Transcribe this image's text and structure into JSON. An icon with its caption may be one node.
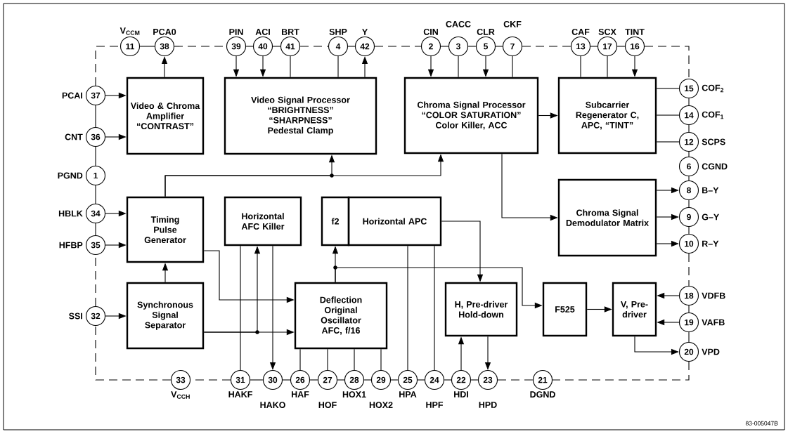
{
  "diagram": {
    "nodes": [
      {
        "text": [
          "Video & Chroma Amplifier “CONTRAST”"
        ]
      },
      {
        "text": [
          "Video Signal Processor “BRIGHTNESS” “SHARPNESS” Pedestal Clamp"
        ]
      },
      {
        "text": [
          "Chroma Signal Processor “COLOR SATURATION” Color Killer, ACC"
        ]
      },
      {
        "text": [
          "Subcarrier Regenerator C, APC, “TINT”"
        ]
      },
      {
        "text": [
          "Timing Pulse Generator"
        ]
      },
      {
        "text": [
          "Horizontal AFC Killer"
        ]
      },
      {
        "text": [
          "f2"
        ]
      },
      {
        "text": [
          "Horizontal APC"
        ]
      },
      {
        "text": [
          "Synchronous Signal Separator"
        ]
      },
      {
        "text": [
          "Deflection Original Oscillator AFC, f/16"
        ]
      },
      {
        "text": [
          "H, Pre-driver Hold-down"
        ]
      },
      {
        "text": [
          "F525"
        ]
      },
      {
        "text": [
          "V, Pre-driver"
        ]
      },
      {
        "text": [
          "Chroma Signal Demodulator Matrix"
        ]
      },
      {
        "text": [
          "11"
        ],
        "beside": [
          "V$_{CCM}$"
        ]
      },
      {
        "text": [
          "38"
        ],
        "beside": [
          "PCA0"
        ]
      },
      {
        "text": [
          "39"
        ],
        "beside": [
          "PIN"
        ]
      },
      {
        "text": [
          "40"
        ],
        "beside": [
          "ACI"
        ]
      },
      {
        "text": [
          "41"
        ],
        "beside": [
          "BRT"
        ]
      },
      {
        "text": [
          "4"
        ],
        "beside": [
          "SHP"
        ]
      },
      {
        "text": [
          "42"
        ],
        "beside": [
          "Y"
        ]
      },
      {
        "text": [
          "2"
        ],
        "beside": [
          "CIN"
        ]
      },
      {
        "text": [
          "3"
        ],
        "beside": [
          "CACC"
        ]
      },
      {
        "text": [
          "5"
        ],
        "beside": [
          "CLR"
        ]
      },
      {
        "text": [
          "7"
        ],
        "beside": [
          "CKF"
        ]
      },
      {
        "text": [
          "13"
        ],
        "beside": [
          "CAF"
        ]
      },
      {
        "text": [
          "17"
        ],
        "beside": [
          "SCX"
        ]
      },
      {
        "text": [
          "16"
        ],
        "beside": [
          "TINT"
        ]
      },
      {
        "text": [
          "37"
        ],
        "beside": [
          "PCAI"
        ]
      },
      {
        "text": [
          "36"
        ],
        "beside": [
          "CNT"
        ]
      },
      {
        "text": [
          "1"
        ],
        "beside": [
          "PGND"
        ]
      },
      {
        "text": [
          "34"
        ],
        "beside": [
          "HBLK"
        ]
      },
      {
        "text": [
          "35"
        ],
        "beside": [
          "HFBP"
        ]
      },
      {
        "text": [
          "32"
        ],
        "beside": [
          "SSI"
        ]
      },
      {
        "text": [
          "15"
        ],
        "beside": [
          "COF$_{2}$"
        ]
      },
      {
        "text": [
          "14"
        ],
        "beside": [
          "COF$_{1}$"
        ]
      },
      {
        "text": [
          "12"
        ],
        "beside": [
          "SCPS"
        ]
      },
      {
        "text": [
          "6"
        ],
        "beside": [
          "CGND"
        ]
      },
      {
        "text": [
          "8"
        ],
        "beside": [
          "B–Y"
        ]
      },
      {
        "text": [
          "9"
        ],
        "beside": [
          "G–Y"
        ]
      },
      {
        "text": [
          "10"
        ],
        "beside": [
          "R–Y"
        ]
      },
      {
        "text": [
          "18"
        ],
        "beside": [
          "VDFB"
        ]
      },
      {
        "text": [
          "19"
        ],
        "beside": [
          "VAFB"
        ]
      },
      {
        "text": [
          "20"
        ],
        "beside": [
          "VPD"
        ]
      },
      {
        "text": [
          "33"
        ],
        "beside": [
          "V$_{CCH}$"
        ]
      },
      {
        "text": [
          "31"
        ],
        "beside": [
          "HAKF"
        ]
      },
      {
        "text": [
          "30"
        ],
        "beside": [
          "HAKO"
        ]
      },
      {
        "text": [
          "26"
        ],
        "beside": [
          "HAF"
        ]
      },
      {
        "text": [
          "27"
        ],
        "beside": [
          "HOF"
        ]
      },
      {
        "text": [
          "28"
        ],
        "beside": [
          "HOX1"
        ]
      },
      {
        "text": [
          "29"
        ],
        "beside": [
          "HOX2"
        ]
      },
      {
        "text": [
          "25"
        ],
        "beside": [
          "HPA"
        ]
      },
      {
        "text": [
          "24"
        ],
        "beside": [
          "HPF"
        ]
      },
      {
        "text": [
          "22"
        ],
        "beside": [
          "HDI"
        ]
      },
      {
        "text": [
          "23"
        ],
        "beside": [
          "HPD"
        ]
      },
      {
        "text": [
          "21"
        ],
        "beside": [
          "DGND"
        ]
      }
    ],
    "edges": [
      {
        "from": 28,
        "to": 0,
        "arrow": "to"
      },
      {
        "from": 29,
        "to": 0,
        "arrow": "to"
      },
      {
        "from": 0,
        "to": 15,
        "arrow": "to"
      },
      {
        "from": 16,
        "to": 1,
        "arrow": "to"
      },
      {
        "from": 17,
        "to": 1,
        "arrow": "to"
      },
      {
        "from": 18,
        "to": 1,
        "arrow": "none"
      },
      {
        "from": 19,
        "to": 1,
        "arrow": "none"
      },
      {
        "from": 1,
        "to": 20,
        "arrow": "to"
      },
      {
        "from": 21,
        "to": 2,
        "arrow": "to"
      },
      {
        "from": 22,
        "to": 2,
        "arrow": "none"
      },
      {
        "from": 23,
        "to": 2,
        "arrow": "to"
      },
      {
        "from": 24,
        "to": 2,
        "arrow": "none"
      },
      {
        "from": 25,
        "to": 3,
        "arrow": "none"
      },
      {
        "from": 26,
        "to": 3,
        "arrow": "none"
      },
      {
        "from": 27,
        "to": 3,
        "arrow": "to"
      },
      {
        "from": 2,
        "to": 3,
        "arrow": "to"
      },
      {
        "from": 3,
        "to": 34,
        "arrow": "none"
      },
      {
        "from": 3,
        "to": 35,
        "arrow": "none"
      },
      {
        "from": 3,
        "to": 36,
        "arrow": "none"
      },
      {
        "from": 2,
        "to": 13,
        "arrow": "to"
      },
      {
        "from": 13,
        "to": 38,
        "arrow": "to"
      },
      {
        "from": 13,
        "to": 39,
        "arrow": "to"
      },
      {
        "from": 13,
        "to": 40,
        "arrow": "to"
      },
      {
        "from": 31,
        "to": 4,
        "arrow": "to"
      },
      {
        "from": 32,
        "to": 4,
        "arrow": "to"
      },
      {
        "from": 33,
        "to": 8,
        "arrow": "to"
      },
      {
        "from": 8,
        "to": 4,
        "arrow": "to"
      },
      {
        "from": 4,
        "to": 1,
        "arrow": "to"
      },
      {
        "from": 4,
        "to": 2,
        "arrow": "to"
      },
      {
        "from": 4,
        "to": 9,
        "arrow": "to"
      },
      {
        "from": 8,
        "to": 9,
        "arrow": "to"
      },
      {
        "from": 8,
        "to": 5,
        "arrow": "to"
      },
      {
        "from": 5,
        "to": 45,
        "arrow": "none"
      },
      {
        "from": 5,
        "to": 46,
        "arrow": "to"
      },
      {
        "from": 9,
        "to": 47,
        "arrow": "none"
      },
      {
        "from": 9,
        "to": 48,
        "arrow": "none"
      },
      {
        "from": 9,
        "to": 49,
        "arrow": "none"
      },
      {
        "from": 9,
        "to": 50,
        "arrow": "none"
      },
      {
        "from": 9,
        "to": 6,
        "arrow": "to"
      },
      {
        "from": 9,
        "to": 11,
        "arrow": "to"
      },
      {
        "from": 7,
        "to": 10,
        "arrow": "to"
      },
      {
        "from": 7,
        "to": 51,
        "arrow": "none"
      },
      {
        "from": 7,
        "to": 52,
        "arrow": "none"
      },
      {
        "from": 53,
        "to": 10,
        "arrow": "to"
      },
      {
        "from": 10,
        "to": 54,
        "arrow": "to"
      },
      {
        "from": 11,
        "to": 12,
        "arrow": "to"
      },
      {
        "from": 41,
        "to": 12,
        "arrow": "to"
      },
      {
        "from": 42,
        "to": 12,
        "arrow": "to"
      },
      {
        "from": 12,
        "to": 43,
        "arrow": "to"
      },
      {
        "from": 28,
        "to": 14,
        "arrow": "none",
        "style": "dashed"
      },
      {
        "from": 14,
        "to": 15,
        "arrow": "none"
      },
      {
        "from": 15,
        "to": 16,
        "arrow": "none",
        "style": "dashed"
      },
      {
        "from": 16,
        "to": 17,
        "arrow": "none"
      },
      {
        "from": 17,
        "to": 18,
        "arrow": "none"
      },
      {
        "from": 18,
        "to": 19,
        "arrow": "none",
        "style": "dashed"
      },
      {
        "from": 19,
        "to": 20,
        "arrow": "none"
      },
      {
        "from": 20,
        "to": 21,
        "arrow": "none",
        "style": "dashed"
      },
      {
        "from": 21,
        "to": 22,
        "arrow": "none"
      },
      {
        "from": 22,
        "to": 23,
        "arrow": "none"
      },
      {
        "from": 23,
        "to": 24,
        "arrow": "none"
      },
      {
        "from": 24,
        "to": 25,
        "arrow": "none",
        "style": "dashed"
      },
      {
        "from": 25,
        "to": 26,
        "arrow": "none"
      },
      {
        "from": 26,
        "to": 27,
        "arrow": "none"
      },
      {
        "from": 27,
        "to": 34,
        "arrow": "none",
        "style": "dashed"
      },
      {
        "from": 34,
        "to": 35,
        "arrow": "none"
      },
      {
        "from": 35,
        "to": 36,
        "arrow": "none"
      },
      {
        "from": 36,
        "to": 37,
        "arrow": "none"
      },
      {
        "from": 37,
        "to": 38,
        "arrow": "none"
      },
      {
        "from": 38,
        "to": 39,
        "arrow": "none"
      },
      {
        "from": 39,
        "to": 40,
        "arrow": "none"
      },
      {
        "from": 40,
        "to": 41,
        "arrow": "none",
        "style": "dashed"
      },
      {
        "from": 41,
        "to": 42,
        "arrow": "none"
      },
      {
        "from": 42,
        "to": 43,
        "arrow": "none"
      },
      {
        "from": 43,
        "to": 55,
        "arrow": "none",
        "style": "dashed"
      },
      {
        "from": 55,
        "to": 54,
        "arrow": "none",
        "style": "dashed"
      },
      {
        "from": 54,
        "to": 53,
        "arrow": "none"
      },
      {
        "from": 53,
        "to": 52,
        "arrow": "none"
      },
      {
        "from": 52,
        "to": 51,
        "arrow": "none"
      },
      {
        "from": 51,
        "to": 50,
        "arrow": "none"
      },
      {
        "from": 50,
        "to": 49,
        "arrow": "none"
      },
      {
        "from": 49,
        "to": 48,
        "arrow": "none"
      },
      {
        "from": 48,
        "to": 47,
        "arrow": "none"
      },
      {
        "from": 47,
        "to": 46,
        "arrow": "none"
      },
      {
        "from": 46,
        "to": 45,
        "arrow": "none"
      },
      {
        "from": 45,
        "to": 44,
        "arrow": "none",
        "style": "dashed"
      },
      {
        "from": 44,
        "to": 33,
        "arrow": "none",
        "style": "dashed"
      },
      {
        "from": 33,
        "to": 32,
        "arrow": "none",
        "style": "dashed"
      },
      {
        "from": 32,
        "to": 31,
        "arrow": "none"
      },
      {
        "from": 31,
        "to": 30,
        "arrow": "none"
      },
      {
        "from": 30,
        "to": 29,
        "arrow": "none"
      },
      {
        "from": 29,
        "to": 28,
        "arrow": "none"
      }
    ],
    "labels": [
      "83-005047B"
    ]
  }
}
